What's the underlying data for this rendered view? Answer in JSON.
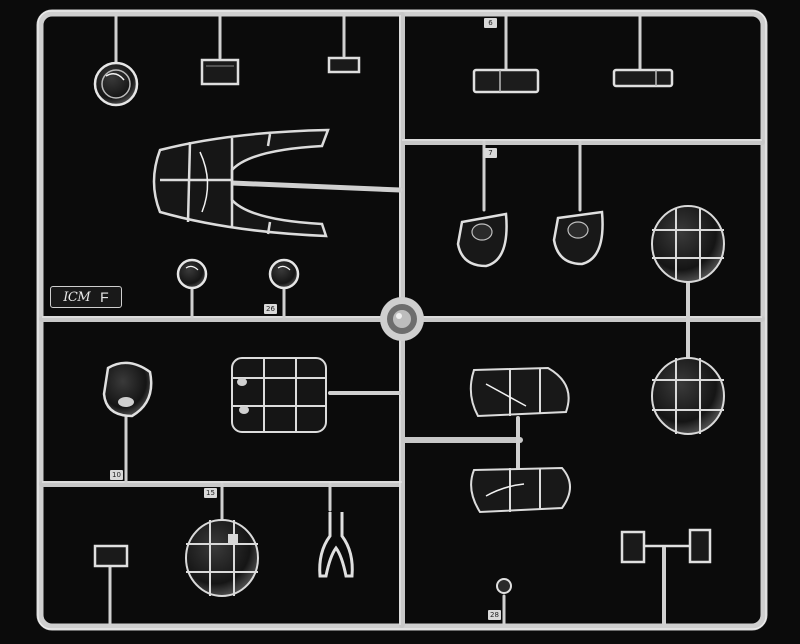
{
  "sprue": {
    "brand_logo": "ICM",
    "frame_letter": "F",
    "part_numbers": {
      "p6": "6",
      "p7": "7",
      "p10": "10",
      "p15": "15",
      "p26": "26",
      "p28": "28"
    }
  },
  "colors": {
    "background": "#0b0b0b",
    "plastic": "#d8d8d8",
    "plastic_dark": "#8f8f8f"
  }
}
